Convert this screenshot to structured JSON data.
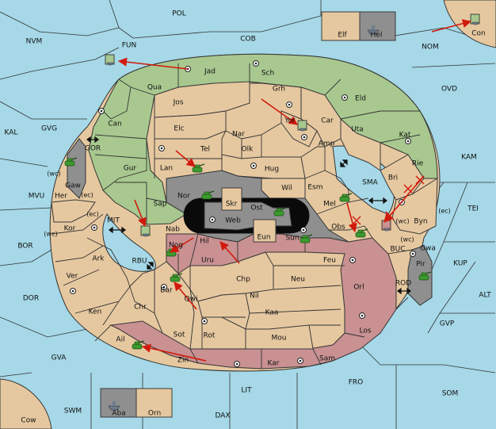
{
  "colors": {
    "sea": "#a6d8e7",
    "green": "#a8c88f",
    "tan": "#e6c8a0",
    "red": "#c99192",
    "gray": "#8f8f8f",
    "black": "#0a0a0a",
    "arrow": "#d11a0c",
    "unit_fill": "#3b9a2e",
    "fleet_fill": "#6d7c8e"
  },
  "sea_labels": {
    "POL": "POL",
    "FUN": "FUN",
    "COB": "COB",
    "NVM": "NVM",
    "NOM": "NOM",
    "OVD": "OVD",
    "KAL": "KAL",
    "GVG": "GVG",
    "KAM": "KAM",
    "MVU": "MVU",
    "TEI": "TEI",
    "BOR": "BOR",
    "KUP": "KUP",
    "DOR": "DOR",
    "ALT": "ALT",
    "GVP": "GVP",
    "GVA": "GVA",
    "FRO": "FRO",
    "SOM": "SOM",
    "SWM": "SWM",
    "LIT": "LIT",
    "DAX": "DAX",
    "MIT": "MIT",
    "SMA": "SMA",
    "RBU": "RBU",
    "BUC": "BUC",
    "ROD": "ROD",
    "GOR": "GOR"
  },
  "land_labels": {
    "Jad": "Jad",
    "Sch": "Sch",
    "Qua": "Qua",
    "Jos": "Jos",
    "Grh": "Grh",
    "Eld": "Eld",
    "Can": "Can",
    "Elc": "Elc",
    "Yor": "Yor",
    "Car": "Car",
    "Uta": "Uta",
    "Nar": "Nar",
    "Kat": "Kat",
    "Tel": "Tel",
    "Olk": "Olk",
    "Amp": "Amp",
    "Gur": "Gur",
    "Lan": "Lan",
    "Hug": "Hug",
    "Rie": "Rie",
    "Bri": "Bri",
    "Gaw": "Gaw",
    "Wil": "Wil",
    "Esm": "Esm",
    "Nor": "Nor",
    "Skr": "Skr",
    "Her": "Her",
    "Ost": "Ost",
    "Mel": "Mel",
    "Web": "Web",
    "Sap": "Sap",
    "Byn": "Byn",
    "Kor": "Kor",
    "Nab": "Nab",
    "Eun": "Eun",
    "Sun": "Sun",
    "Obs": "Obs",
    "Gwa": "Gwa",
    "Hil": "Hil",
    "Nog": "Nog",
    "Ark": "Ark",
    "Uru": "Uru",
    "Feu": "Feu",
    "Pir": "Pir",
    "Chp": "Chp",
    "Ver": "Ver",
    "Neu": "Neu",
    "Orl": "Orl",
    "Bar": "Bar",
    "Nil": "Nil",
    "Qwi": "Qwi",
    "Ken": "Ken",
    "Chr": "Chr",
    "Kaa": "Kaa",
    "Sot": "Sot",
    "Rot": "Rot",
    "Mou": "Mou",
    "Los": "Los",
    "Ail": "Ail",
    "Zin": "Zin",
    "Kar": "Kar",
    "Sam": "Sam",
    "Elf": "Elf",
    "Hel": "Hel",
    "Con": "Con",
    "Aba": "Aba",
    "Orn": "Orn",
    "Cow": "Cow"
  },
  "coast_notes": {
    "wc_gaw": "(wc)",
    "ec_her": "(ec)",
    "ec_kor": "(ec)",
    "wc_kor": "(wc)",
    "wc_bri": "(wc)",
    "ec_byn": "(ec)",
    "wc_gwa": "(wc)"
  }
}
